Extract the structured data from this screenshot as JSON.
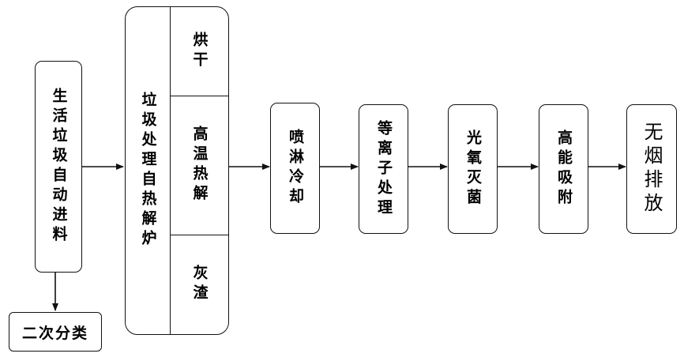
{
  "nodes": {
    "feed": "生活垃圾自动进料",
    "sort": "二次分类",
    "furnace": "垃圾处理自热解炉",
    "dry": "烘干",
    "pyrolysis": "高温热解",
    "ash": "灰渣",
    "spray": "喷淋冷却",
    "plasma": "等离子处理",
    "photo": "光氧灭菌",
    "adsorb": "高能吸附",
    "emission": "无烟排放"
  }
}
